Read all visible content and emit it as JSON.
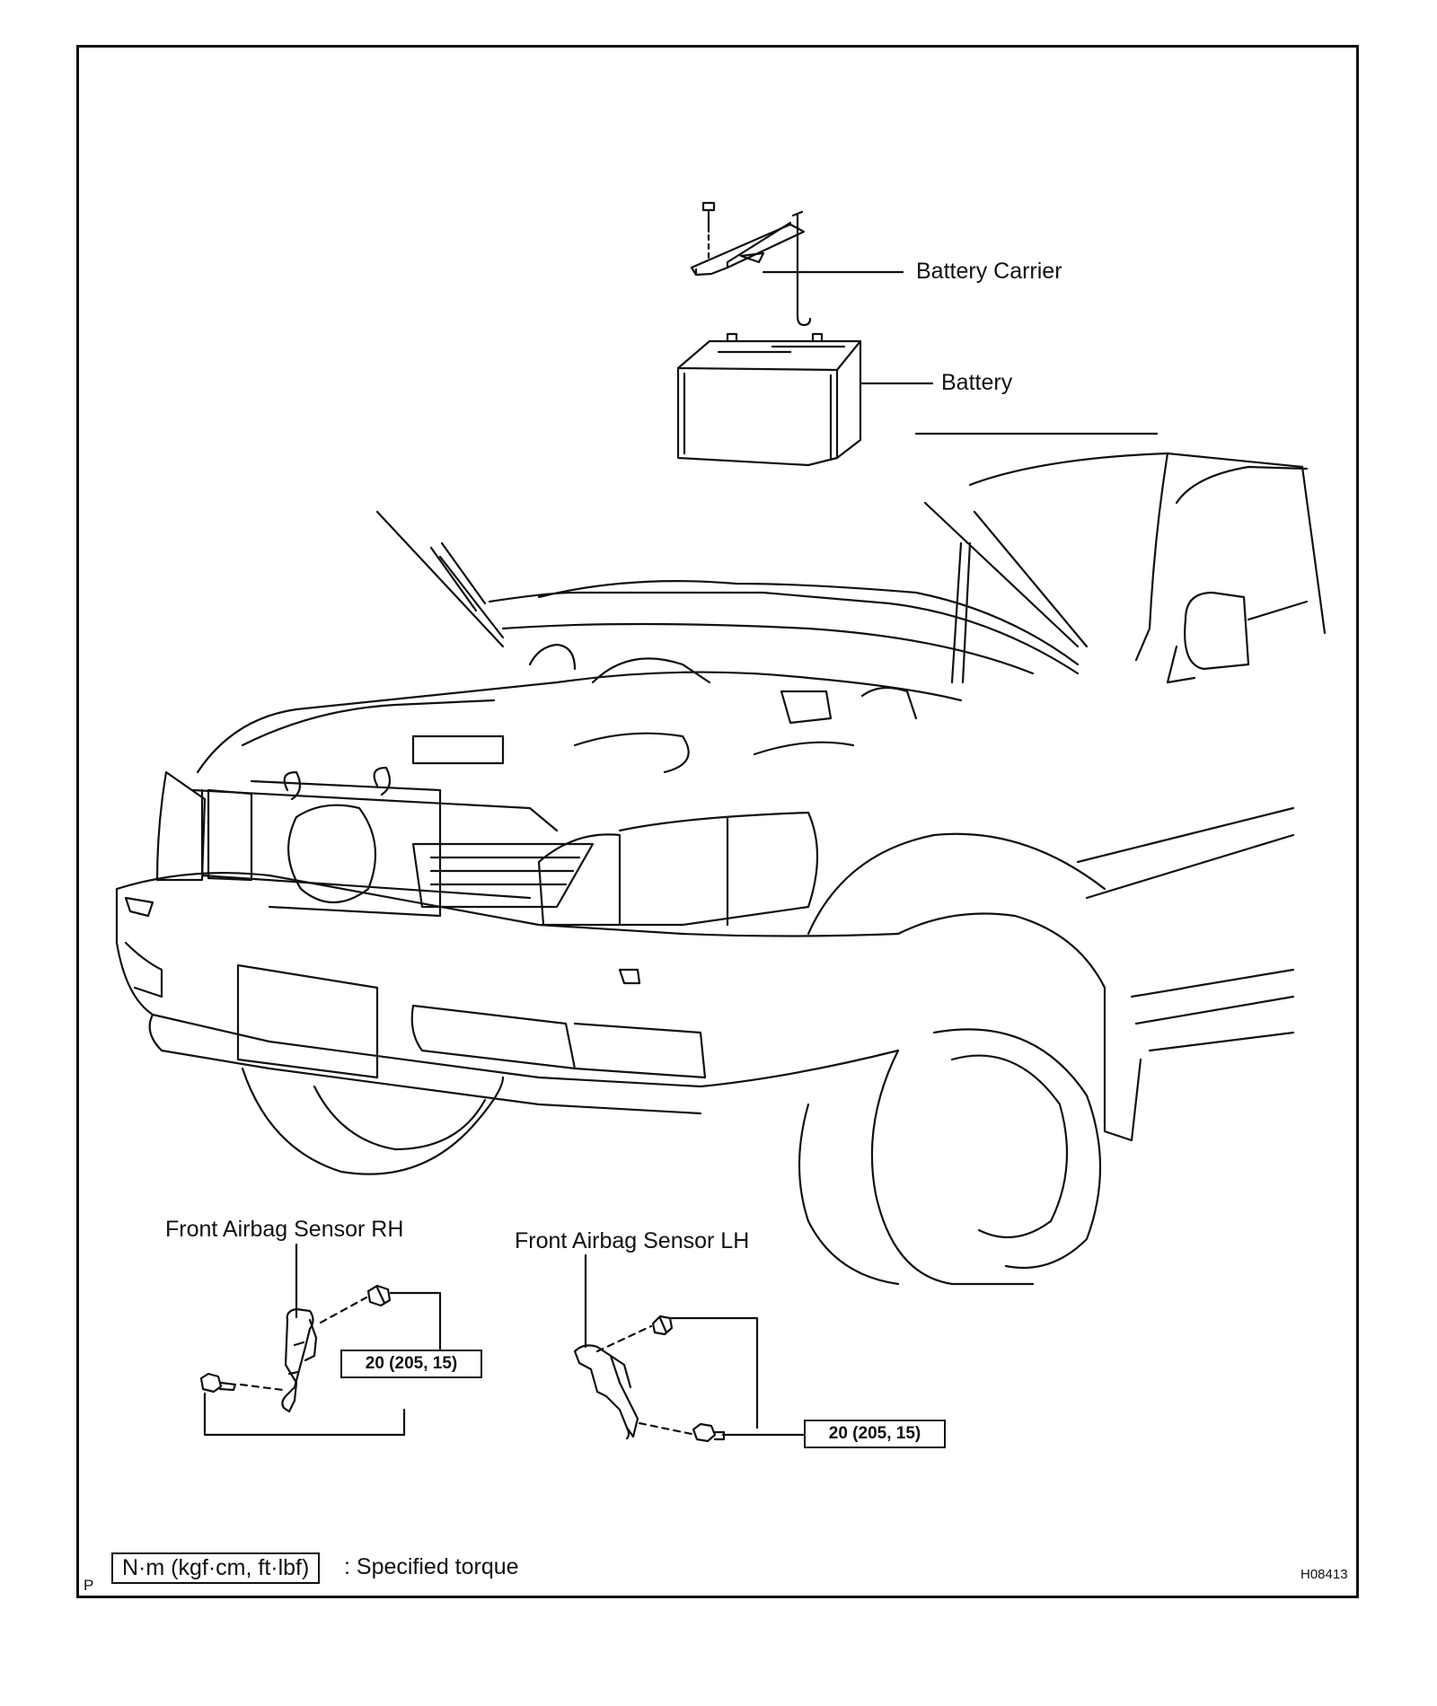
{
  "labels": {
    "battery_carrier": "Battery Carrier",
    "battery": "Battery",
    "sensor_rh": "Front Airbag Sensor RH",
    "sensor_lh": "Front Airbag Sensor LH"
  },
  "torque": {
    "rh": "20 (205, 15)",
    "lh": "20 (205, 15)"
  },
  "legend": {
    "unit_box": "N·m (kgf·cm, ft·lbf)",
    "description": ": Specified torque"
  },
  "corner": {
    "left_mark": "P",
    "figure_code": "H08413"
  }
}
